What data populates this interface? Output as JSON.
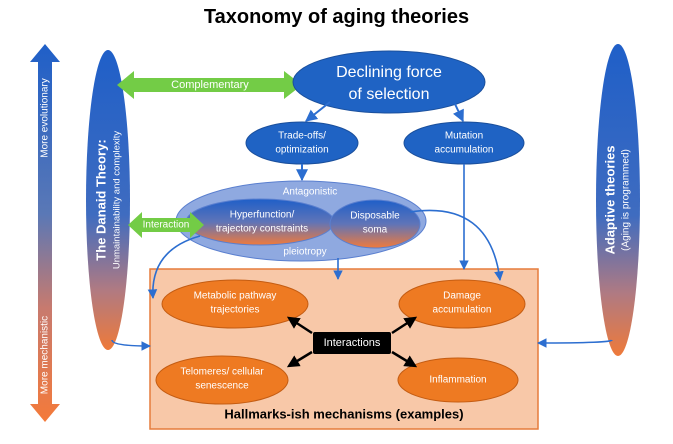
{
  "title": "Taxonomy of aging theories",
  "side_arrow": {
    "top_label": "More evolutionary",
    "bottom_label": "More mechanistic"
  },
  "danaid": {
    "title": "The Danaid Theory:",
    "subtitle": "Unmaintainability and complexity"
  },
  "adaptive": {
    "title": "Adaptive theories",
    "subtitle": "(Aging is programmed)"
  },
  "complementary_label": "Complementary",
  "interaction_label": "Interaction",
  "declining": {
    "line1": "Declining force",
    "line2": "of selection"
  },
  "tradeoffs": {
    "line1": "Trade-offs/",
    "line2": "optimization"
  },
  "mutation": {
    "line1": "Mutation",
    "line2": "accumulation"
  },
  "antagonistic": {
    "top": "Antagonistic",
    "bottom": "pleiotropy"
  },
  "hyperfunction": {
    "line1": "Hyperfunction/",
    "line2": "trajectory constraints"
  },
  "disposable": {
    "line1": "Disposable",
    "line2": "soma"
  },
  "hallmarks": {
    "caption": "Hallmarks-ish mechanisms (examples)",
    "interactions": "Interactions",
    "metabolic": {
      "line1": "Metabolic pathway",
      "line2": "trajectories"
    },
    "damage": {
      "line1": "Damage",
      "line2": "accumulation"
    },
    "telomeres": {
      "line1": "Telomeres/ cellular",
      "line2": "senescence"
    },
    "inflammation": "Inflammation"
  },
  "colors": {
    "blue": "#1f63c4",
    "orange": "#ee7a22",
    "green": "#73cc46",
    "box_fill": "#f8c8a8",
    "box_border": "#e57c3c",
    "light_blue": "#8fa9e0"
  }
}
